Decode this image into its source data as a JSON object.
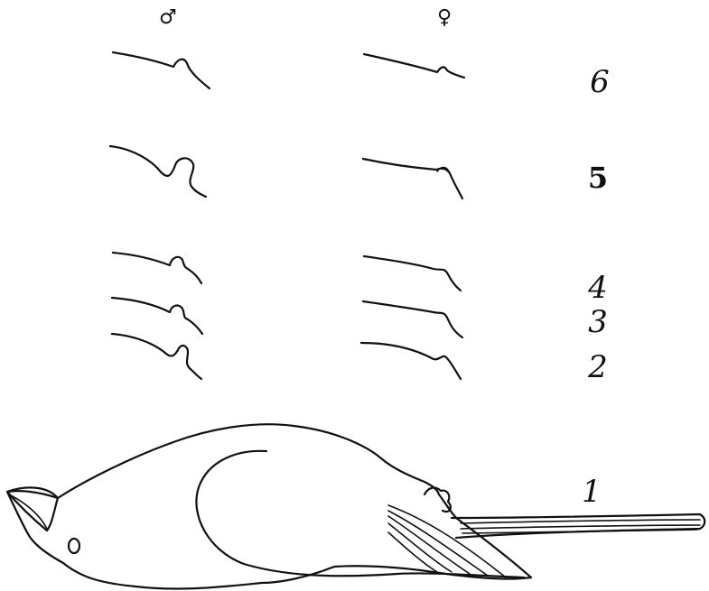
{
  "headers": {
    "male": "♂",
    "female": "♀"
  },
  "stages": [
    {
      "label": "6"
    },
    {
      "label": "5"
    },
    {
      "label": "4"
    },
    {
      "label": "3"
    },
    {
      "label": "2"
    },
    {
      "label": "1"
    }
  ]
}
